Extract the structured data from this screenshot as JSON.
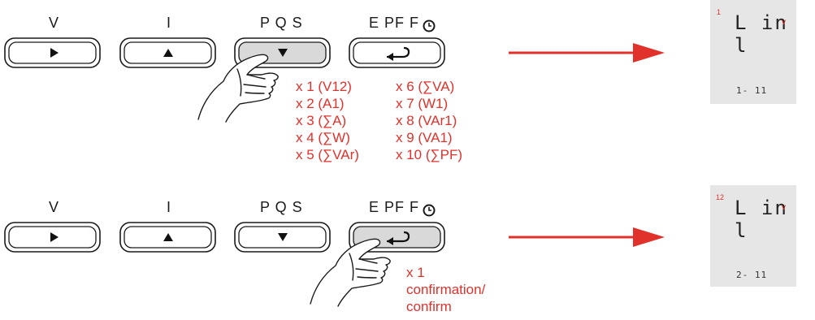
{
  "rows": [
    {
      "labels": [
        "V",
        "I",
        "P Q S",
        "E PF F"
      ],
      "pressed": 2,
      "steps_col1": [
        "x 1 (V12)",
        "x 2 (A1)",
        "x 3 (∑A)",
        "x 4 (∑W)",
        "x 5 (∑VAr)"
      ],
      "steps_col2": [
        "x 6 (∑VA)",
        "x 7 (W1)",
        "x 8 (VAr1)",
        "x 9 (VA1)",
        "x 10 (∑PF)"
      ],
      "display": {
        "index": "1",
        "main": "L in l",
        "unit": "v",
        "bottom": "1- 11"
      }
    },
    {
      "labels": [
        "V",
        "I",
        "P Q S",
        "E PF F"
      ],
      "pressed": 3,
      "steps_col1": [
        "x 1",
        "confirmation/",
        "confirm"
      ],
      "display": {
        "index": "12",
        "main": "L in l",
        "unit": "v",
        "bottom": "2- 11"
      }
    }
  ],
  "icons": [
    "play-triangle-icon",
    "up-triangle-icon",
    "down-triangle-icon",
    "enter-return-icon",
    "clock-icon",
    "hand-press-icon",
    "right-arrow-icon"
  ],
  "colors": {
    "accent": "#e0312b",
    "pressed_fill": "#d9d9d9",
    "display_bg": "#e6e6e6"
  }
}
